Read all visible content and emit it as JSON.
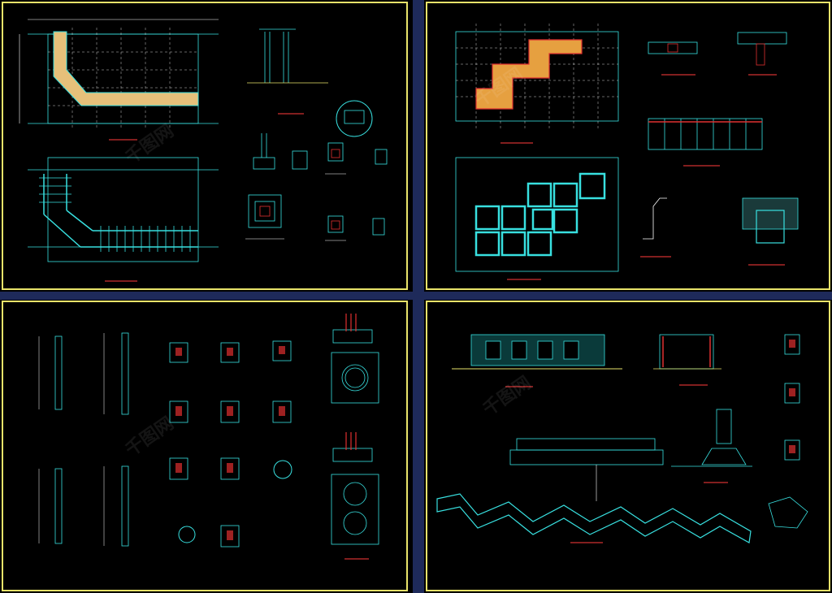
{
  "sheets": [
    {
      "id": "sheet-top-left"
    },
    {
      "id": "sheet-top-right"
    },
    {
      "id": "sheet-bottom-left"
    },
    {
      "id": "sheet-bottom-right"
    }
  ],
  "colors": {
    "frame": "#e8e36a",
    "line": "#38e0e0",
    "dim": "#ffffff",
    "fill": "#e6c07a",
    "accent": "#e03030",
    "label": "#d03030"
  },
  "watermark": "千图网"
}
